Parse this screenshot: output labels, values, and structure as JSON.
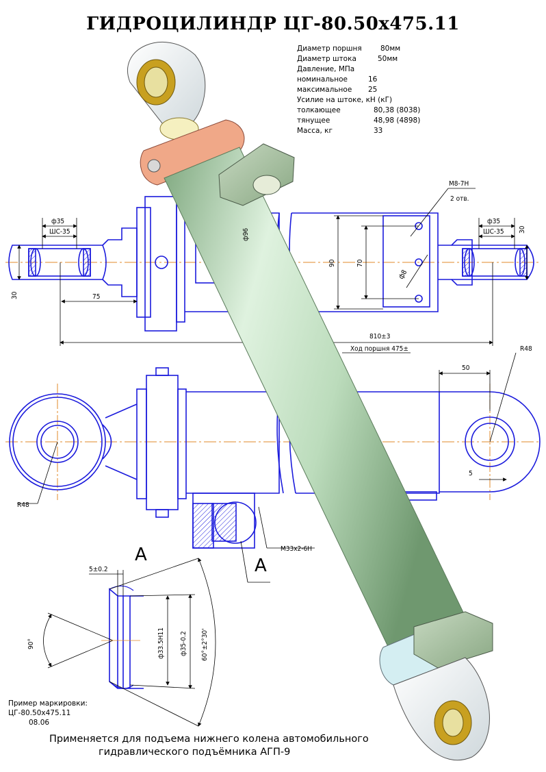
{
  "title": "ГИДРОЦИЛИНДР ЦГ-80.50х475.11",
  "specs": [
    {
      "label": "Диаметр поршня",
      "value": "80мм"
    },
    {
      "label": "Диаметр штока",
      "value": "50мм"
    },
    {
      "label": "Давление, МПа",
      "value": ""
    },
    {
      "label": "номинальное",
      "value": "16"
    },
    {
      "label": "максимальное",
      "value": "25"
    },
    {
      "label": "Усилие на штоке, кН (кГ)",
      "value": ""
    },
    {
      "label": "толкающее",
      "value": "80,38 (8038)"
    },
    {
      "label": "тянущее",
      "value": "48,98 (4898)"
    },
    {
      "label": "Масса, кг",
      "value": "33"
    }
  ],
  "dimensions": {
    "phi35_left": "ф35",
    "shs35_left": "ШС-35",
    "d30_left": "30",
    "d75": "75",
    "phi96": "ф96",
    "d90": "90",
    "d70": "70",
    "phi8": "ф8",
    "m8": "М8-7Н",
    "m8_count": "2 отв.",
    "phi35_right": "ф35",
    "shs35_right": "ШС-35",
    "d30_right": "30",
    "d810": "810±3",
    "stroke": "Ход поршня 475±",
    "d50": "50",
    "r48_right": "R48",
    "d5": "5",
    "r48_left": "R48",
    "m33": "М33х2-6Н",
    "view_a": "А",
    "section_a": "А",
    "d5_02": "5±0.2",
    "d90deg": "90°",
    "phi33_5": "ф33.5Н11",
    "phi35_02": "ф35-0.2",
    "angle60": "60°±2°30'"
  },
  "marking": {
    "label": "Пример маркировки:",
    "code": "ЦГ-80.50х475.11",
    "date": "08.06"
  },
  "footer": {
    "line1": "Применяется для подъема нижнего колена автомобильного",
    "line2": "гидравлического подъёмника АГП-9"
  },
  "colors": {
    "lines": "#1a1adc",
    "centerline": "#e08a2a",
    "barrel": "#bcdcbc",
    "collar": "#f0a888",
    "bushing": "#c8a020"
  }
}
